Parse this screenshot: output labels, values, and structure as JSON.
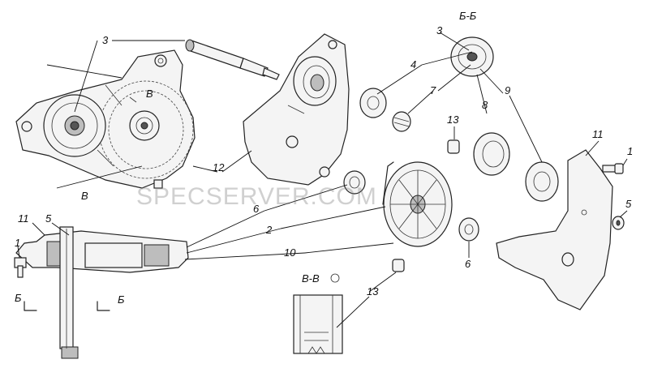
{
  "section_labels": {
    "bb_top": "Б-Б",
    "vv": "В-В",
    "b_arrow_1": "В",
    "b_arrow_2": "В",
    "bb_left": "Б",
    "bb_right": "Б"
  },
  "callouts": {
    "c3a": "3",
    "c3b": "3",
    "c4": "4",
    "c7": "7",
    "c8": "8",
    "c9": "9",
    "c13a": "13",
    "c11a": "11",
    "c1a": "1",
    "c5a": "5",
    "c12": "12",
    "c6a": "6",
    "c2": "2",
    "c10": "10",
    "c6b": "6",
    "c13b": "13",
    "c11b": "11",
    "c5b": "5",
    "c1b": "1"
  },
  "watermark": "SPECSERVER.COM"
}
